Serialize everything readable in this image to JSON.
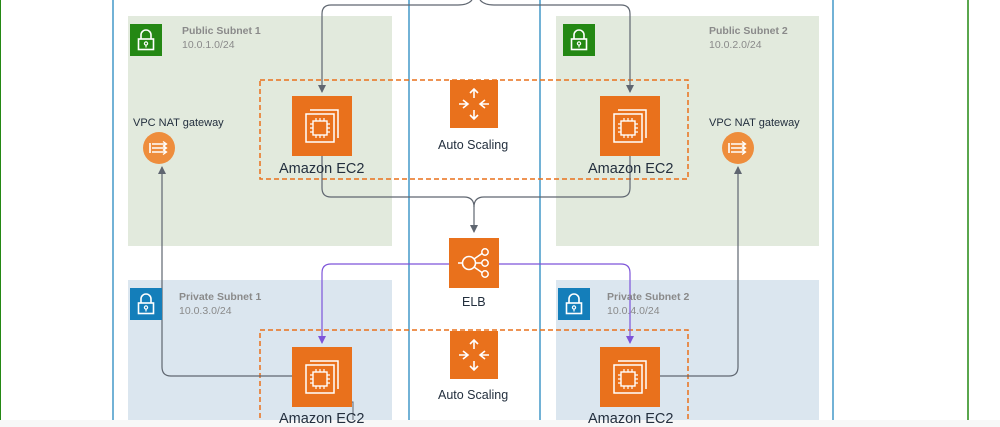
{
  "subnets": {
    "public_1": {
      "title": "Public Subnet 1",
      "cidr": "10.0.1.0/24"
    },
    "public_2": {
      "title": "Public Subnet 2",
      "cidr": "10.0.2.0/24"
    },
    "private_1": {
      "title": "Private Subnet 1",
      "cidr": "10.0.3.0/24"
    },
    "private_2": {
      "title": "Private Subnet 2",
      "cidr": "10.0.4.0/24"
    }
  },
  "nodes": {
    "nat_gateway_1": "VPC NAT gateway",
    "nat_gateway_2": "VPC NAT gateway",
    "ec2_public_1": "Amazon EC2",
    "ec2_public_2": "Amazon EC2",
    "ec2_private_1": "Amazon EC2",
    "ec2_private_2": "Amazon EC2",
    "auto_scaling_public": "Auto Scaling",
    "auto_scaling_private": "Auto Scaling",
    "elb": "ELB"
  },
  "colors": {
    "public_subnet_fill": "#e2eadd",
    "private_subnet_fill": "#dbe6ef",
    "public_lock": "#248814",
    "private_lock": "#147eba",
    "aws_orange": "#e9711c",
    "az_border": "#147eba",
    "vpc_border": "#248814",
    "elb_arrow": "#7d54d9",
    "auto_scaling_dash": "#e9711c"
  },
  "icons": [
    "lock-icon",
    "ec2-chip-icon",
    "auto-scaling-icon",
    "elb-icon",
    "nat-gateway-icon"
  ]
}
